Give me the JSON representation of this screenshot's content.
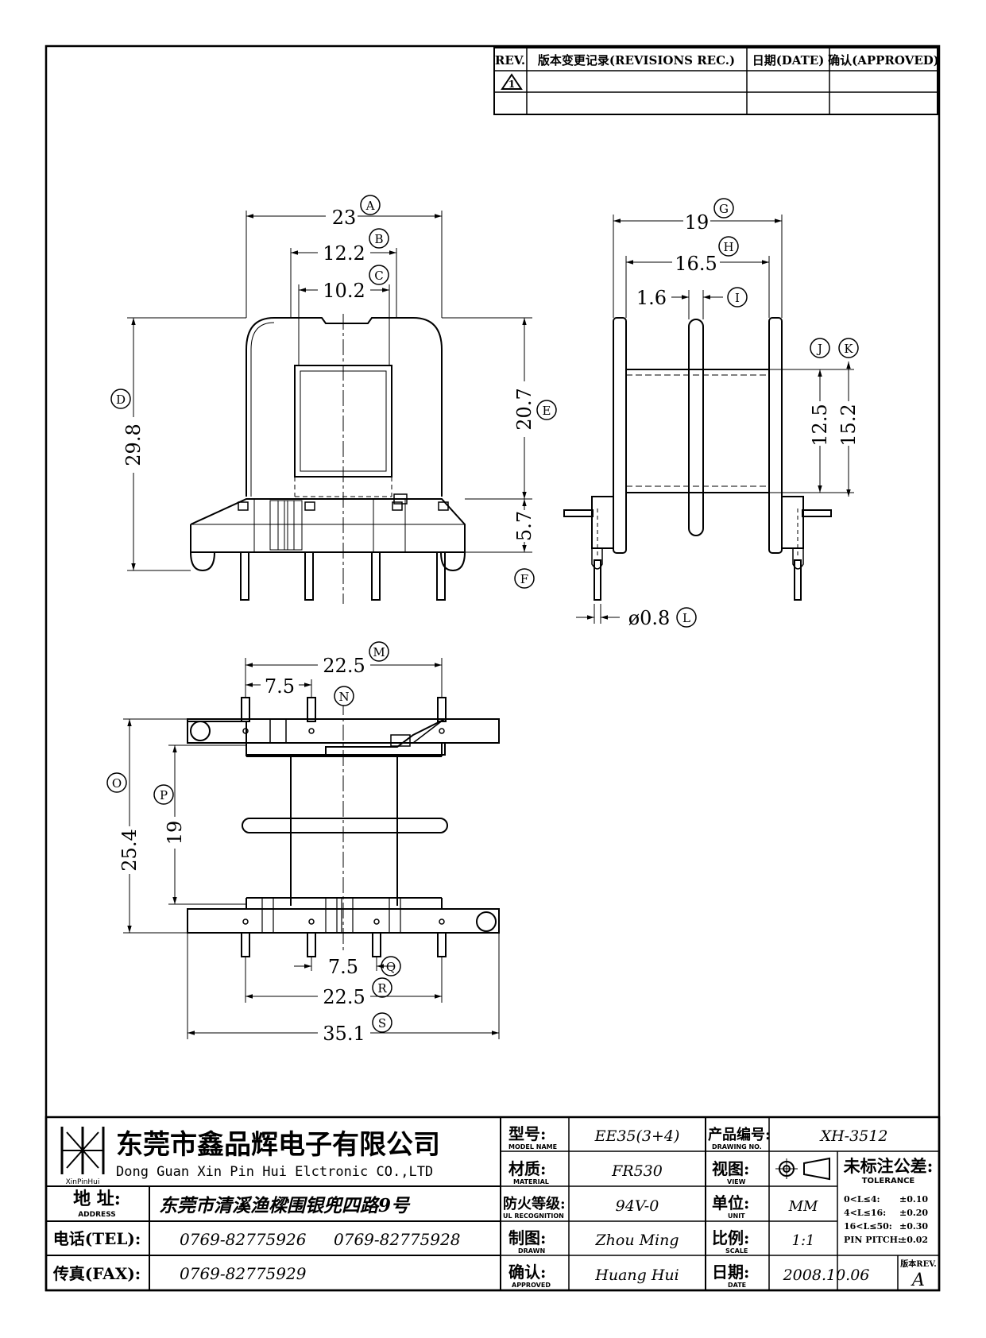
{
  "revisions": {
    "col_rev": "REV.",
    "col_record": "版本变更记录(REVISIONS REC.)",
    "col_date": "日期(DATE)",
    "col_approved": "确认(APPROVED)",
    "first_row_mark": "1"
  },
  "dimensions": {
    "front": {
      "overall_width": "23",
      "overall_width_tag": "A",
      "inner_width": "12.2",
      "inner_width_tag": "B",
      "window_width": "10.2",
      "window_width_tag": "C",
      "total_height": "29.8",
      "total_height_tag": "D",
      "body_height": "20.7",
      "body_height_tag": "E",
      "base_height": "5.7",
      "base_height_tag": "F"
    },
    "side": {
      "overall_width": "19",
      "overall_width_tag": "G",
      "inner_width": "16.5",
      "inner_width_tag": "H",
      "flange_thk": "1.6",
      "flange_thk_tag": "I",
      "core_height": "12.5",
      "core_height_tag": "J",
      "flange_span": "15.2",
      "flange_span_tag": "K",
      "pin_dia": "ø0.8",
      "pin_dia_tag": "L"
    },
    "bottom": {
      "pin_row_span_top": "22.5",
      "pin_row_span_top_tag": "M",
      "pin_pitch_top": "7.5",
      "center_tag": "N",
      "overall_depth": "25.4",
      "overall_depth_tag": "O",
      "inner_depth": "19",
      "inner_depth_tag": "P",
      "pin_pitch_bottom": "7.5",
      "pin_pitch_bottom_tag": "Q",
      "pin_row_span_bottom": "22.5",
      "pin_row_span_bottom_tag": "R",
      "overall_length": "35.1",
      "overall_length_tag": "S"
    }
  },
  "title_block": {
    "company_cn": "东莞市鑫品辉电子有限公司",
    "company_en": "Dong Guan Xin Pin Hui Elctronic CO.,LTD",
    "logo_text": "XinPinHui",
    "address_label": "地 址:",
    "address_label_en": "ADDRESS",
    "address_value": "东莞市清溪渔樑围银兜四路9号",
    "tel_label": "电话(TEL):",
    "tel_value_1": "0769-82775926",
    "tel_value_2": "0769-82775928",
    "fax_label": "传真(FAX):",
    "fax_value": "0769-82775929",
    "model_label": "型号:",
    "model_label_en": "MODEL NAME",
    "model_value": "EE35(3+4)",
    "material_label": "材质:",
    "material_label_en": "MATERIAL",
    "material_value": "FR530",
    "flame_label": "防火等级:",
    "flame_label_en": "UL RECOGNITION",
    "flame_value": "94V-0",
    "drawn_label": "制图:",
    "drawn_label_en": "DRAWN",
    "drawn_value": "Zhou Ming",
    "approved_label": "确认:",
    "approved_label_en": "APPROVED",
    "approved_value": "Huang Hui",
    "drawing_no_label": "产品编号:",
    "drawing_no_label_en": "DRAWING NO.",
    "drawing_no_value": "XH-3512",
    "view_label": "视图:",
    "view_label_en": "VIEW",
    "unit_label": "单位:",
    "unit_label_en": "UNIT",
    "unit_value": "MM",
    "scale_label": "比例:",
    "scale_label_en": "SCALE",
    "scale_value": "1:1",
    "date_label": "日期:",
    "date_label_en": "DATE",
    "date_value": "2008.10.06",
    "tolerance_label": "未标注公差:",
    "tolerance_label_en": "TOLERANCE",
    "tol_1_range": "0<L≤4:",
    "tol_1_value": "±0.10",
    "tol_2_range": "4<L≤16:",
    "tol_2_value": "±0.20",
    "tol_3_range": "16<L≤50:",
    "tol_3_value": "±0.30",
    "tol_4_range": "PIN PITCH:",
    "tol_4_value": "±0.02",
    "version_label": "版本REV.",
    "version_value": "A"
  }
}
